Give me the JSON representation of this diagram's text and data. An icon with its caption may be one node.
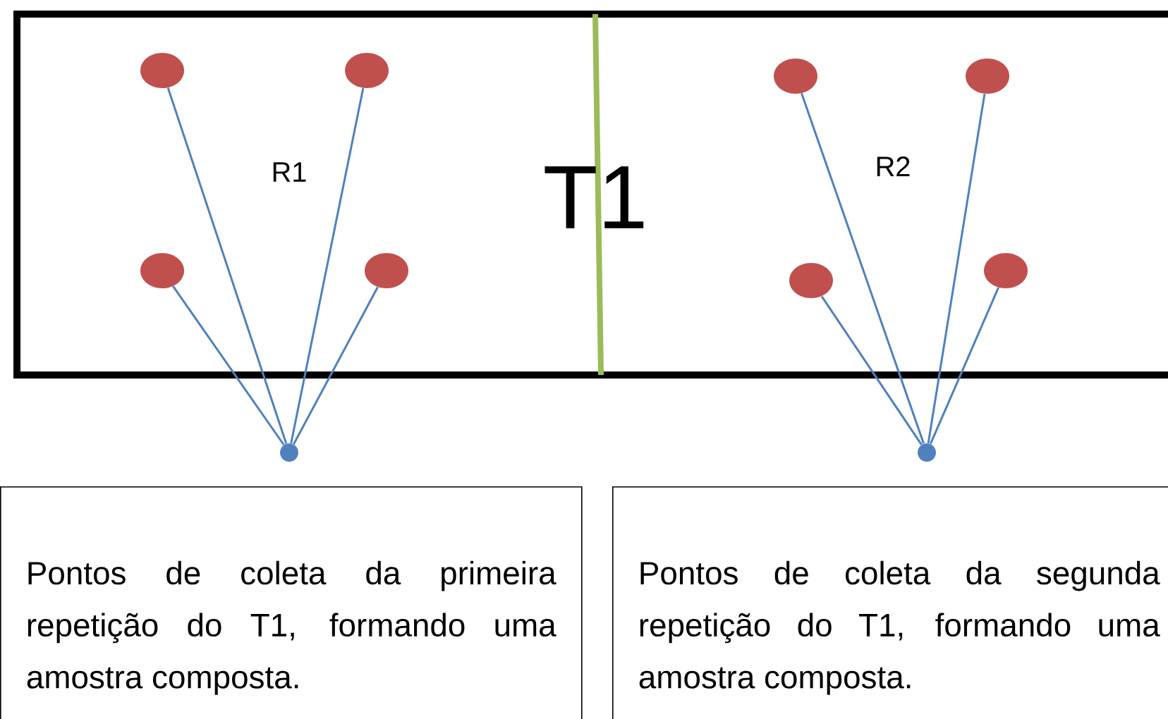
{
  "diagram": {
    "nodes": [
      {
        "text": [],
        "shape": "circle"
      },
      {
        "text": [],
        "shape": "circle"
      },
      {
        "text": [],
        "shape": "circle"
      },
      {
        "text": [],
        "shape": "circle"
      },
      {
        "text": [],
        "shape": "circle"
      },
      {
        "text": [],
        "shape": "circle"
      },
      {
        "text": [],
        "shape": "circle"
      },
      {
        "text": [],
        "shape": "circle"
      },
      {
        "text": [],
        "shape": "circle"
      },
      {
        "text": [],
        "shape": "circle"
      },
      {
        "text": [
          "Pontos de coleta da primeira repetição do T1, formando uma amostra composta."
        ]
      },
      {
        "text": [
          "Pontos de coleta da segunda repetição do T1, formando uma amostra composta."
        ]
      }
    ],
    "edges": [
      {
        "from": 0,
        "to": 8,
        "arrow": "none"
      },
      {
        "from": 1,
        "to": 8,
        "arrow": "none"
      },
      {
        "from": 2,
        "to": 8,
        "arrow": "none"
      },
      {
        "from": 3,
        "to": 8,
        "arrow": "none"
      },
      {
        "from": 4,
        "to": 9,
        "arrow": "none"
      },
      {
        "from": 5,
        "to": 9,
        "arrow": "none"
      },
      {
        "from": 6,
        "to": 9,
        "arrow": "none"
      },
      {
        "from": 7,
        "to": 9,
        "arrow": "none"
      }
    ],
    "labels": [
      "R1",
      "T1",
      "R2"
    ]
  }
}
